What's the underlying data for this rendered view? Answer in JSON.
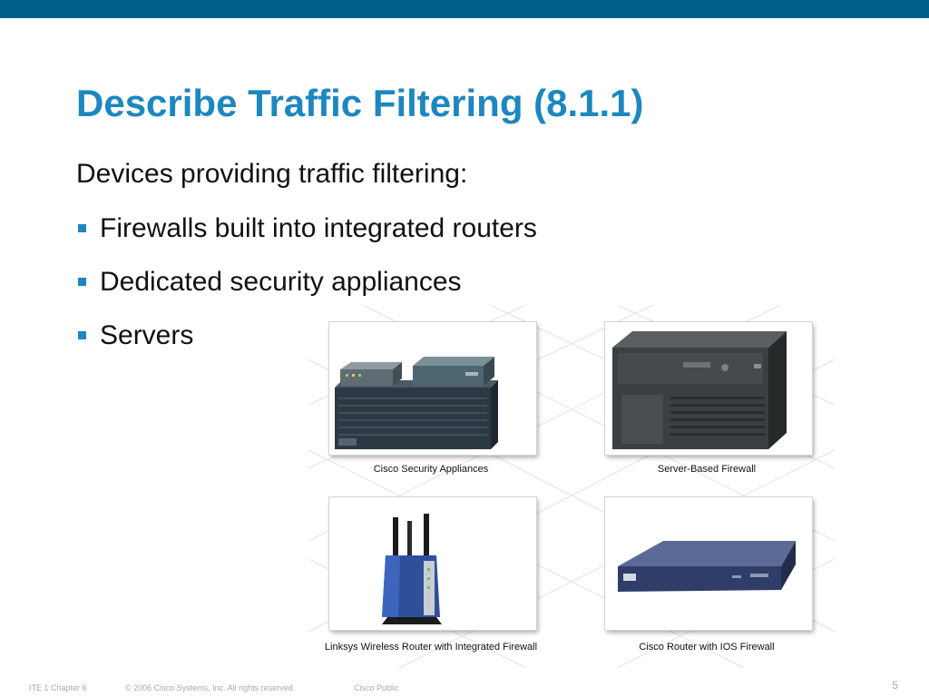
{
  "slide": {
    "title": "Describe Traffic Filtering (8.1.1)",
    "intro": "Devices providing traffic filtering:",
    "bullets": [
      "Firewalls built into integrated routers",
      "Dedicated security appliances",
      "Servers"
    ]
  },
  "figures": [
    {
      "caption": "Cisco Security Appliances"
    },
    {
      "caption": "Server-Based Firewall"
    },
    {
      "caption": "Linksys Wireless Router with Integrated Firewall"
    },
    {
      "caption": "Cisco Router with IOS Firewall"
    }
  ],
  "footer": {
    "course": "ITE 1 Chapter 6",
    "copyright": "© 2006 Cisco Systems, Inc. All rights reserved.",
    "classification": "Cisco Public",
    "page_number": "5"
  },
  "colors": {
    "top_bar": "#005e8a",
    "title": "#1d87c0",
    "bullet_marker": "#1d87c0",
    "footer_text": "#a8a8a8"
  }
}
